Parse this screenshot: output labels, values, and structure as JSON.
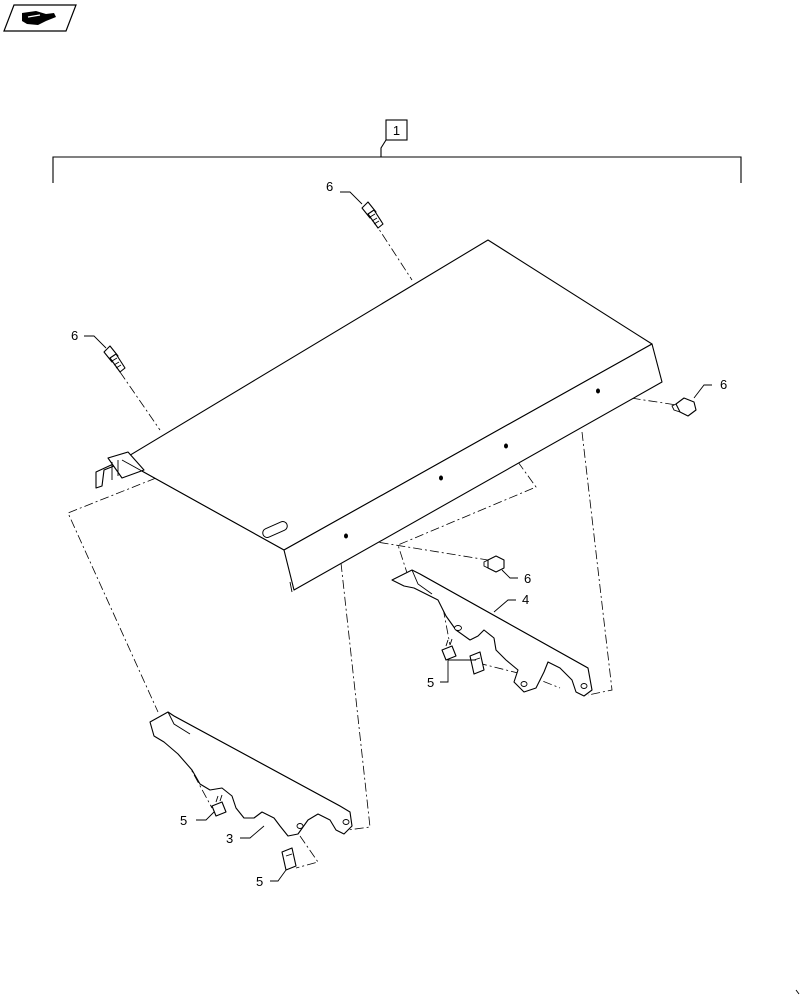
{
  "nav_icon": {
    "name": "book-hand-icon"
  },
  "assembly_label": "1",
  "callouts": {
    "bolt_top": "6",
    "bolt_left": "6",
    "bolt_right": "6",
    "bolt_front": "6",
    "bracket_right": "4",
    "clip_right": "5",
    "clip_left_upper": "5",
    "bracket_left": "3",
    "clip_left_lower": "5"
  }
}
